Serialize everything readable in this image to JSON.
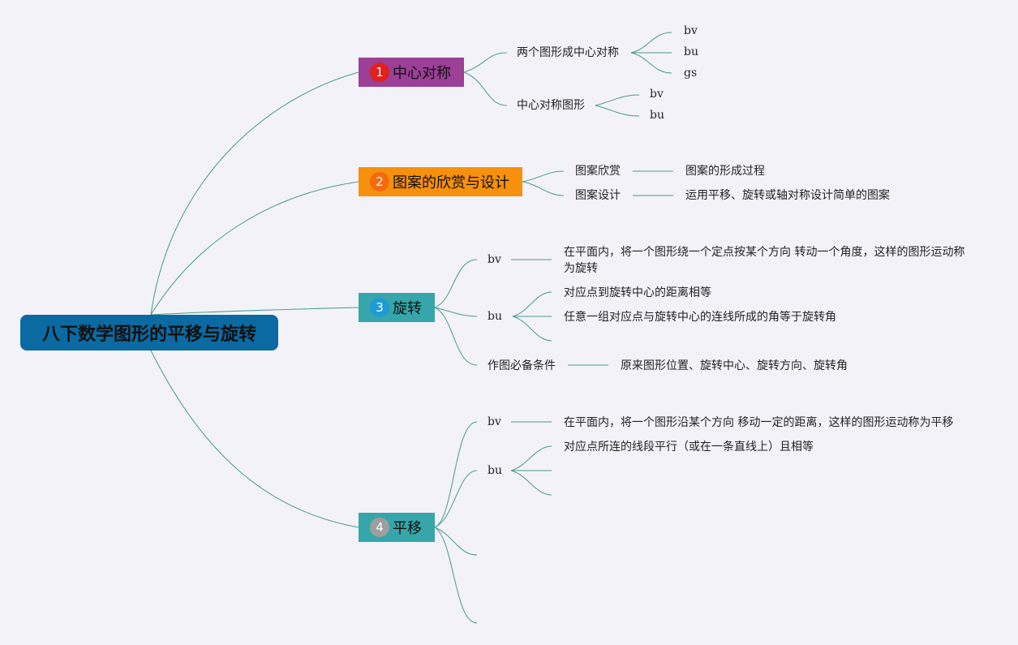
{
  "root": {
    "title": "八下数学图形的平移与旋转"
  },
  "colors": {
    "link": "#4a9a8c",
    "root_bg": "#0b6aa2",
    "branch1_bg": "#9b3f97",
    "branch2_bg": "#f7900c",
    "branch3_bg": "#36a6aa",
    "branch4_bg": "#36a6aa",
    "badge1": "#e2201c",
    "badge2": "#f36b0d",
    "badge3": "#1e9bd7",
    "badge4": "#9e9e9e"
  },
  "branches": [
    {
      "number": "1",
      "title": "中心对称",
      "children": [
        {
          "label": "两个图形成中心对称",
          "items": [
            "bv",
            "bu",
            "gs"
          ]
        },
        {
          "label": "中心对称图形",
          "items": [
            "bv",
            "bu"
          ]
        }
      ]
    },
    {
      "number": "2",
      "title": "图案的欣赏与设计",
      "children": [
        {
          "label": "图案欣赏",
          "detail": "图案的形成过程"
        },
        {
          "label": "图案设计",
          "detail": "运用平移、旋转或轴对称设计简单的图案"
        }
      ]
    },
    {
      "number": "3",
      "title": "旋转",
      "children": [
        {
          "label": "bv",
          "detail": "在平面内，将一个图形绕一个定点按某个方向 转动一个角度，这样的图形运动称为旋转"
        },
        {
          "label": "bu",
          "items": [
            "对应点到旋转中心的距离相等",
            "任意一组对应点与旋转中心的连线所成的角等于旋转角",
            ""
          ]
        },
        {
          "label": "作图必备条件",
          "detail": "原来图形位置、旋转中心、旋转方向、旋转角"
        }
      ]
    },
    {
      "number": "4",
      "title": "平移",
      "children": [
        {
          "label": "bv",
          "detail": "在平面内，将一个图形沿某个方向 移动一定的距离，这样的图形运动称为平移"
        },
        {
          "label": "bu",
          "items": [
            "对应点所连的线段平行（或在一条直线上）且相等",
            "",
            ""
          ]
        },
        {
          "label": ""
        },
        {
          "label": ""
        }
      ]
    }
  ]
}
